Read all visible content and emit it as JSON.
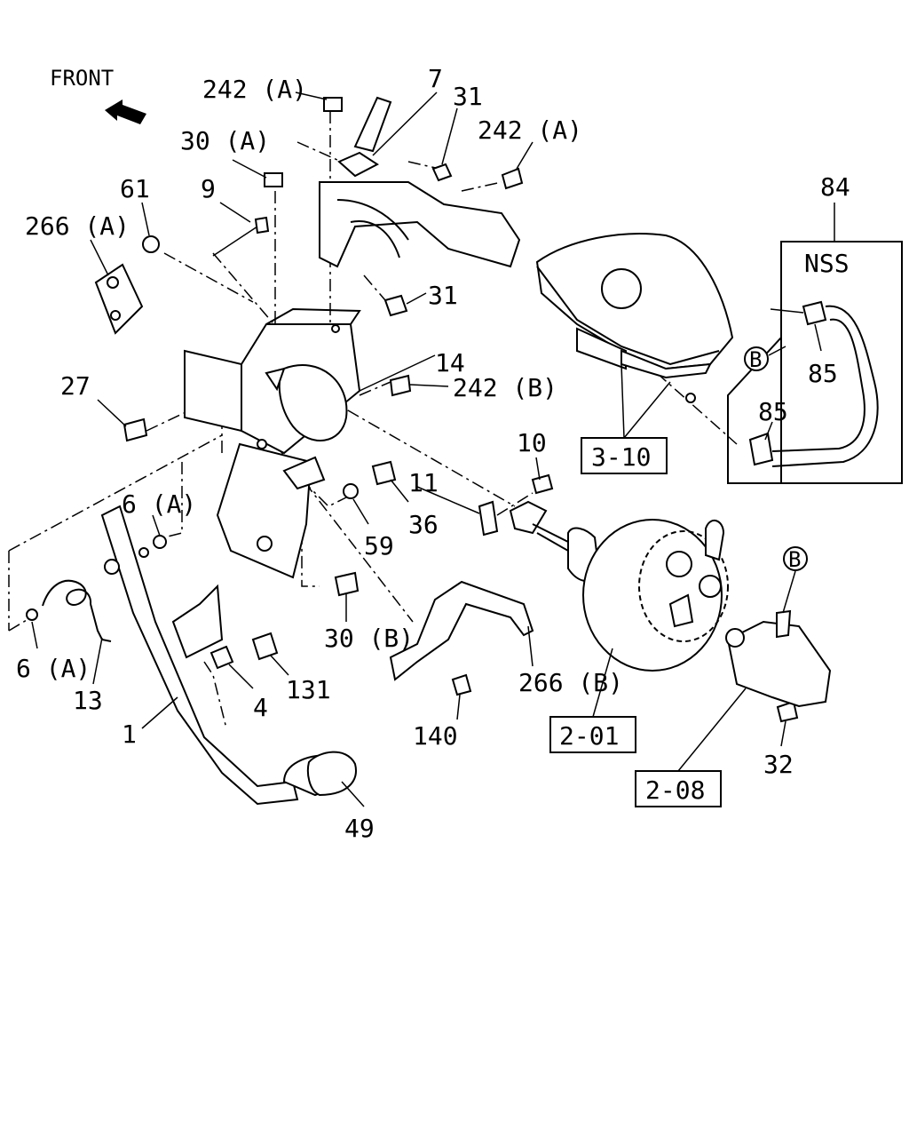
{
  "orientation": {
    "front_label": "FRONT",
    "icon": "front-arrow-icon"
  },
  "callouts": {
    "c1": "1",
    "c4": "4",
    "c6a_upper": "6 (A)",
    "c6a_lower": "6 (A)",
    "c7": "7",
    "c9": "9",
    "c10": "10",
    "c11": "11",
    "c13": "13",
    "c14": "14",
    "c27": "27",
    "c30a": "30 (A)",
    "c30b": "30 (B)",
    "c31_top": "31",
    "c31_mid": "31",
    "c32": "32",
    "c36": "36",
    "c49": "49",
    "c59": "59",
    "c61": "61",
    "c84": "84",
    "c85_upper": "85",
    "c85_lower": "85",
    "c131": "131",
    "c140": "140",
    "c242a_left": "242 (A)",
    "c242a_right": "242 (A)",
    "c242b": "242 (B)",
    "c266a": "266 (A)",
    "c266b": "266 (B)"
  },
  "reference_boxes": {
    "ref_3_10": "3-10",
    "ref_2_01": "2-01",
    "ref_2_08": "2-08"
  },
  "nss_box": {
    "label": "NSS"
  },
  "connection_markers": {
    "b_left": "B",
    "b_right": "B"
  },
  "colors": {
    "ink": "#000000",
    "paper": "#ffffff"
  }
}
